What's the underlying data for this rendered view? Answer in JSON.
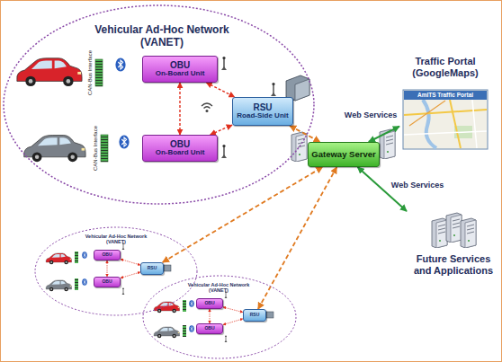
{
  "diagram": {
    "nodes": [
      {
        "text": [
          "Vehicular Ad-Hoc Network (VANET)"
        ]
      },
      {
        "text": [
          "OBU",
          "On-Board Unit"
        ],
        "in": 0
      },
      {
        "text": [
          "OBU",
          "On-Board Unit"
        ],
        "in": 0
      },
      {
        "text": [
          "RSU",
          "Road-Side Unit"
        ],
        "in": 0
      },
      {
        "text": [
          "Gateway Server"
        ]
      },
      {
        "text": [
          "Traffic Portal (GoogleMaps)",
          "AmITS Traffic Portal"
        ]
      },
      {
        "text": [
          "Future Services and Applications"
        ]
      },
      {
        "text": [
          "Vehicular Ad-Hoc Network (VANET)"
        ]
      },
      {
        "text": [
          "OBU"
        ],
        "in": 7
      },
      {
        "text": [
          "OBU"
        ],
        "in": 7
      },
      {
        "text": [
          "RSU"
        ],
        "in": 7
      },
      {
        "text": [
          "Vehicular Ad-Hoc Network (VANET)"
        ]
      },
      {
        "text": [
          "OBU"
        ],
        "in": 11
      },
      {
        "text": [
          "OBU"
        ],
        "in": 11
      },
      {
        "text": [
          "RSU"
        ],
        "in": 11
      }
    ],
    "edges": [
      {
        "from": 1,
        "to": 2,
        "arrow": "both"
      },
      {
        "from": 1,
        "to": 3,
        "arrow": "both"
      },
      {
        "from": 2,
        "to": 3,
        "arrow": "both"
      },
      {
        "from": 3,
        "to": 4,
        "arrow": "both"
      },
      {
        "from": 8,
        "to": 9,
        "arrow": "both"
      },
      {
        "from": 8,
        "to": 10,
        "arrow": "both"
      },
      {
        "from": 9,
        "to": 10,
        "arrow": "both"
      },
      {
        "from": 10,
        "to": 4,
        "arrow": "both"
      },
      {
        "from": 12,
        "to": 13,
        "arrow": "both"
      },
      {
        "from": 12,
        "to": 14,
        "arrow": "both"
      },
      {
        "from": 13,
        "to": 14,
        "arrow": "both"
      },
      {
        "from": 14,
        "to": 4,
        "arrow": "both"
      },
      {
        "from": 4,
        "to": 5,
        "label": "Web Services",
        "arrow": "both"
      },
      {
        "from": 4,
        "to": 6,
        "label": "Web Services",
        "arrow": "both"
      }
    ],
    "labels": [
      "CAN-Bus Interface",
      "CAN-Bus Interface"
    ]
  }
}
